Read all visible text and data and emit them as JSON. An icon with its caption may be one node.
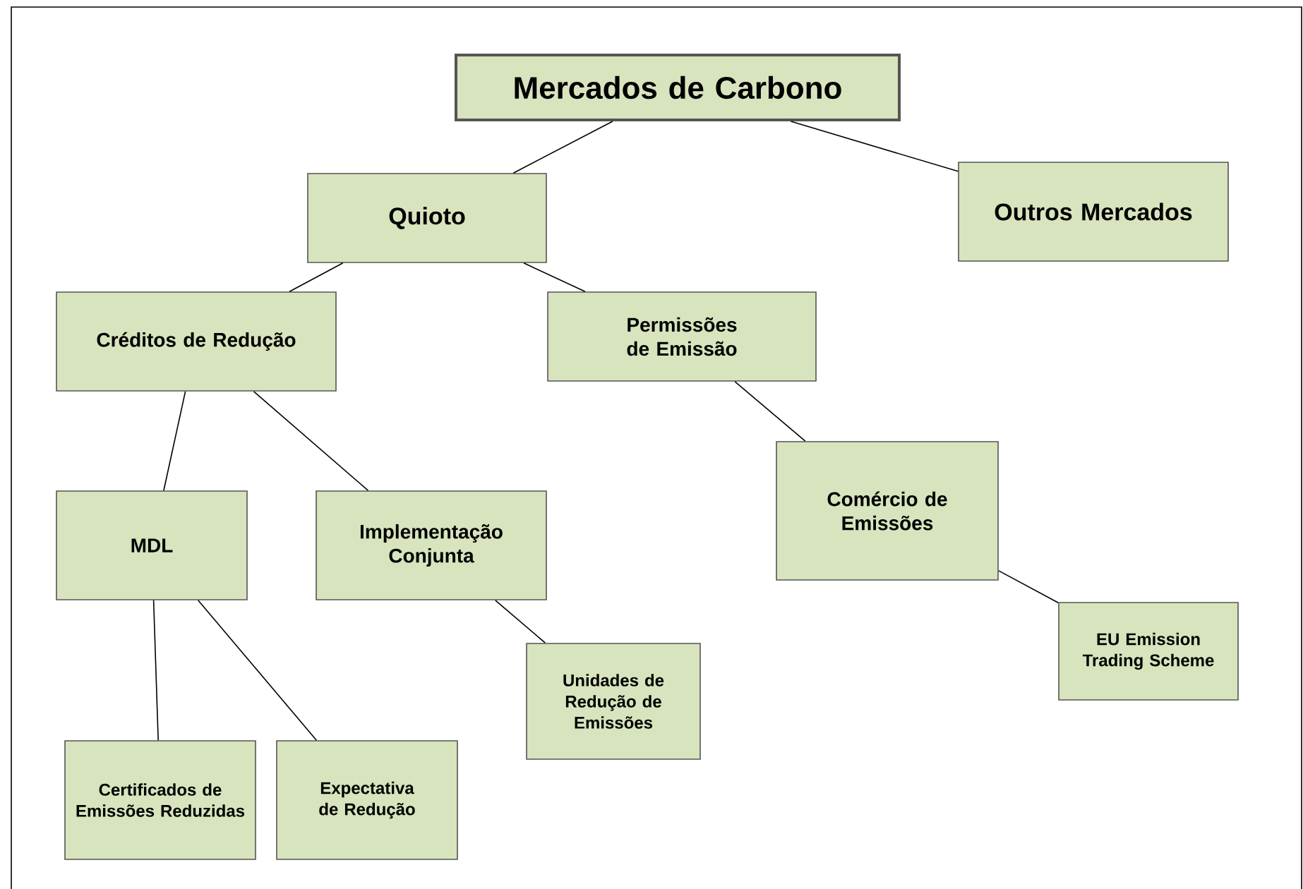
{
  "diagram": {
    "nodes": [
      {
        "text": [
          "Mercados de Carbono"
        ]
      },
      {
        "text": [
          "Quioto"
        ]
      },
      {
        "text": [
          "Outros Mercados"
        ]
      },
      {
        "text": [
          "Créditos de Redução"
        ]
      },
      {
        "text": [
          "Permissões de Emissão"
        ]
      },
      {
        "text": [
          "MDL"
        ]
      },
      {
        "text": [
          "Implementação Conjunta"
        ]
      },
      {
        "text": [
          "Comércio de Emissões"
        ]
      },
      {
        "text": [
          "Unidades de Redução de Emissões"
        ]
      },
      {
        "text": [
          "EU Emission Trading Scheme"
        ]
      },
      {
        "text": [
          "Certificados de Emissões Reduzidas"
        ]
      },
      {
        "text": [
          "Expectativa de Redução"
        ]
      }
    ],
    "edges": [
      {
        "from": 0,
        "to": 1,
        "arrow": "none"
      },
      {
        "from": 0,
        "to": 2,
        "arrow": "none"
      },
      {
        "from": 1,
        "to": 3,
        "arrow": "none"
      },
      {
        "from": 1,
        "to": 4,
        "arrow": "none"
      },
      {
        "from": 3,
        "to": 5,
        "arrow": "none"
      },
      {
        "from": 3,
        "to": 6,
        "arrow": "none"
      },
      {
        "from": 4,
        "to": 7,
        "arrow": "none"
      },
      {
        "from": 6,
        "to": 8,
        "arrow": "none"
      },
      {
        "from": 7,
        "to": 9,
        "arrow": "none"
      },
      {
        "from": 5,
        "to": 10,
        "arrow": "none"
      },
      {
        "from": 5,
        "to": 11,
        "arrow": "none"
      }
    ]
  }
}
